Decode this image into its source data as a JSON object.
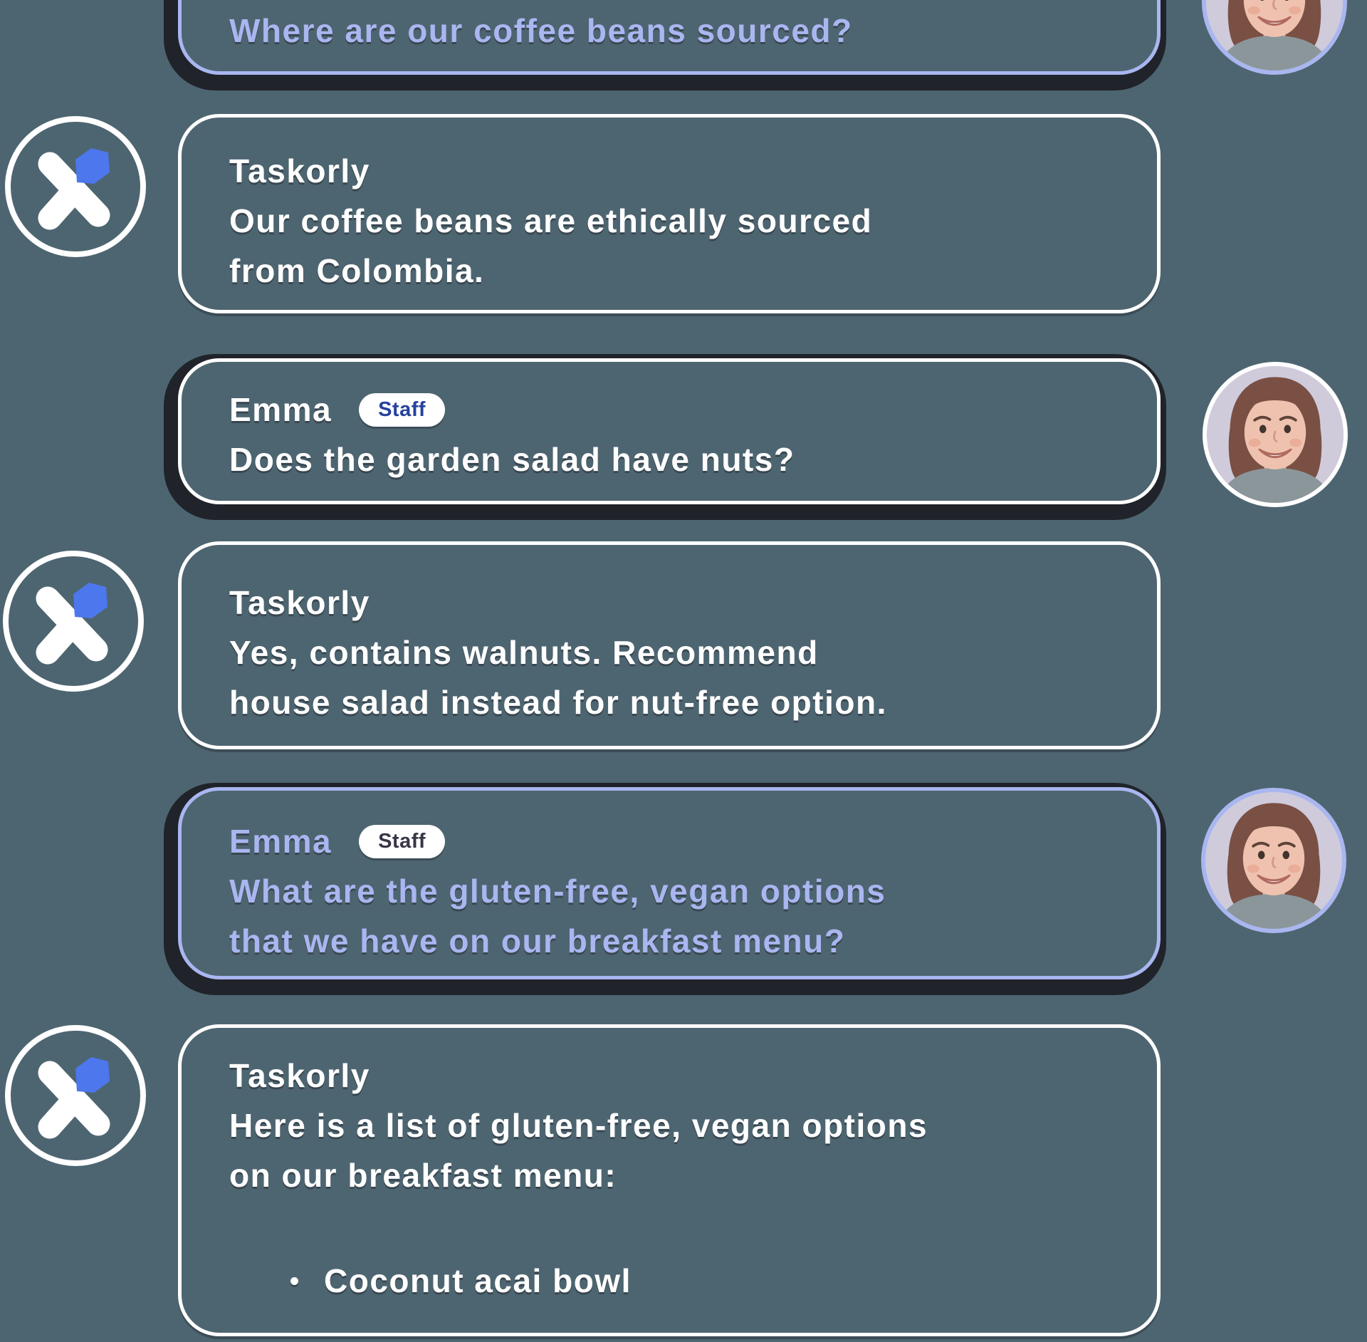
{
  "theme": {
    "background": "#4d6570",
    "white": "#ffffff",
    "periwinkle": "#a9b6f0",
    "shadow_dark": "#20232a",
    "logo_blue": "#4d77ed",
    "staff_badge_text_blue": "#26429e",
    "staff_badge_text_dark": "#3a3447"
  },
  "conversation": {
    "messages": [
      {
        "avatar": "emma-photo-avatar",
        "lines": [
          "Where are our coffee beans sourced?"
        ]
      },
      {
        "author": "Taskorly",
        "avatar": "taskorly-logo-avatar",
        "lines": [
          "Our coffee beans are ethically sourced",
          "from Colombia."
        ]
      },
      {
        "author": "Emma",
        "badge": "Staff",
        "avatar": "emma-photo-avatar",
        "lines": [
          "Does the garden salad have nuts?"
        ]
      },
      {
        "author": "Taskorly",
        "avatar": "taskorly-logo-avatar",
        "lines": [
          "Yes, contains walnuts. Recommend",
          "house salad instead for nut-free option."
        ]
      },
      {
        "author": "Emma",
        "badge": "Staff",
        "avatar": "emma-photo-avatar",
        "lines": [
          "What are the gluten-free, vegan options",
          "that we have on our breakfast menu?"
        ]
      },
      {
        "author": "Taskorly",
        "avatar": "taskorly-logo-avatar",
        "lines": [
          "Here is a list of gluten-free, vegan options",
          "on our breakfast menu:"
        ],
        "bullets": [
          "Coconut acai bowl"
        ]
      }
    ]
  }
}
